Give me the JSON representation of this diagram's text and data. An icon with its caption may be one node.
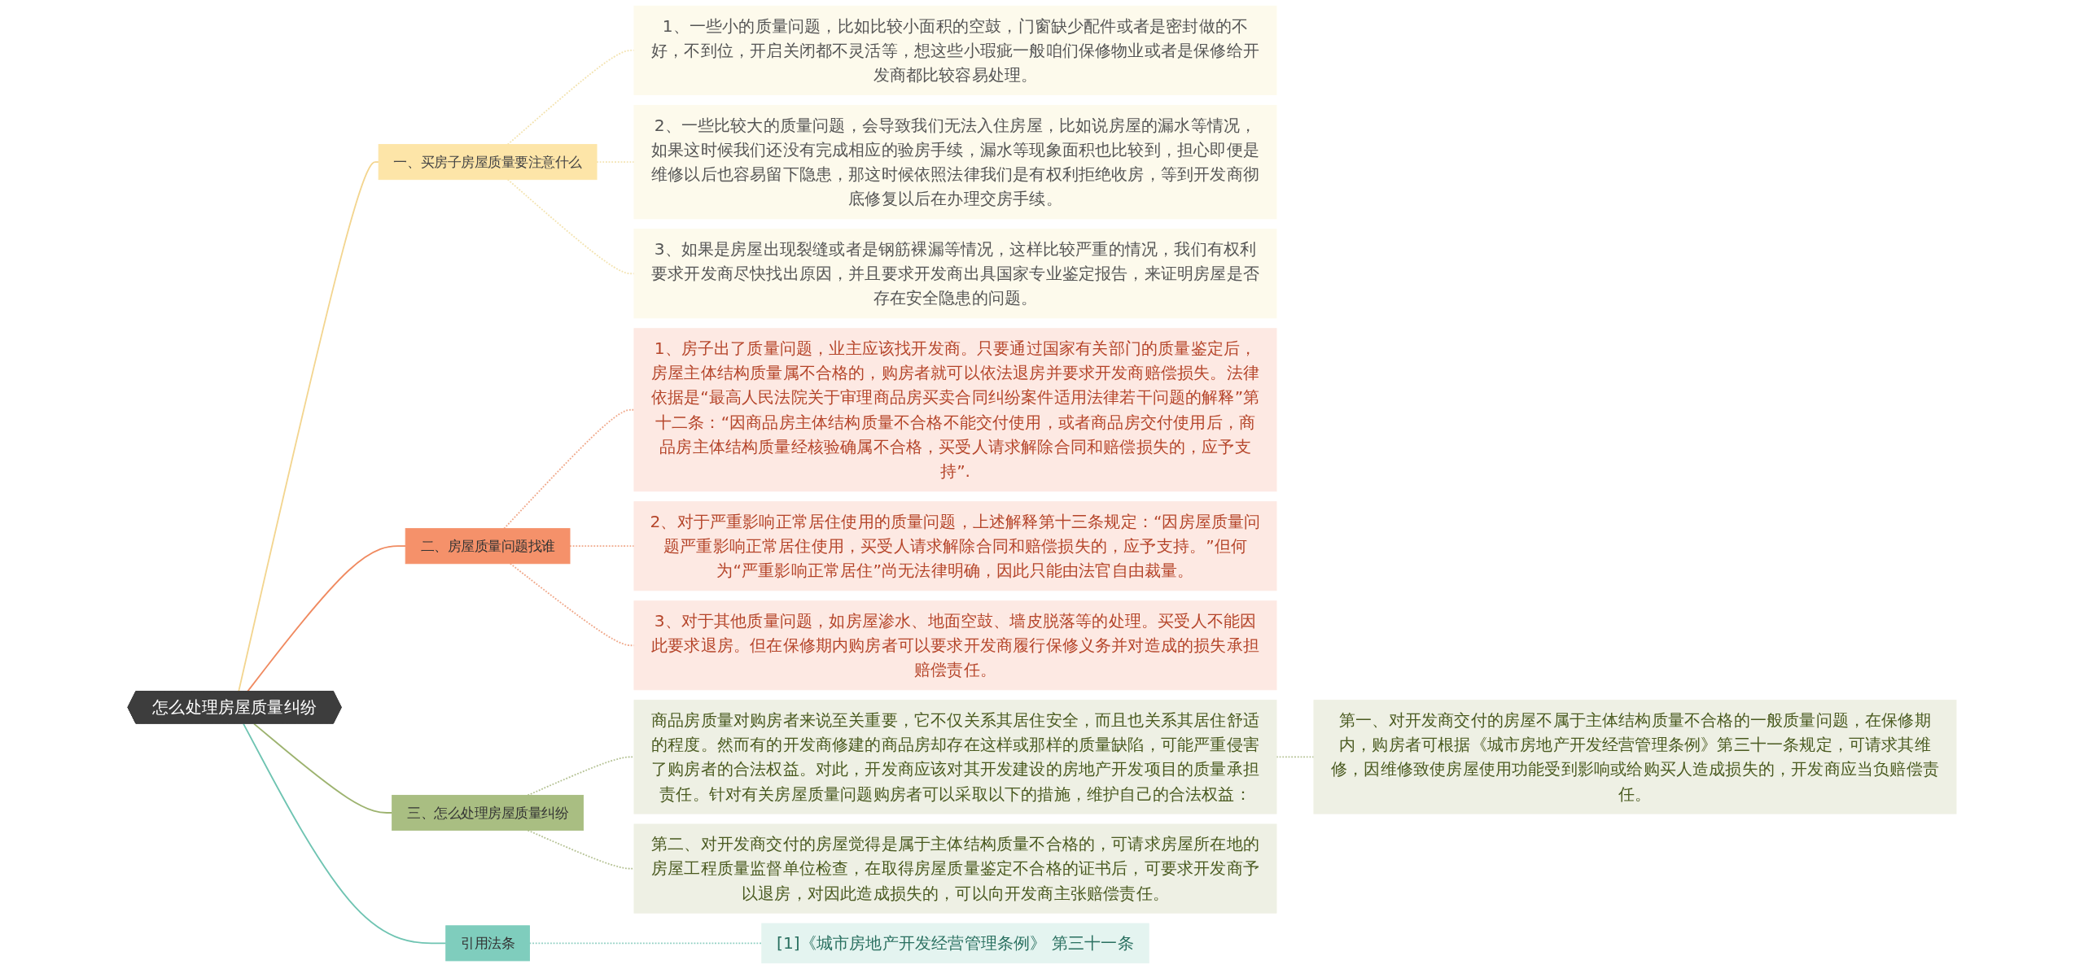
{
  "diagram": {
    "nodes": [
      {
        "text": [
          "怎么处理房屋质量纠纷"
        ]
      },
      {
        "text": [
          "一、买房子房屋质量要注意什么"
        ]
      },
      {
        "text": [
          "1、一些小的质量问题，比如比较小面积的空鼓，门窗缺少配件或者是密封做的不好，不到位，开启关闭都不灵活等，想这些小瑕疵一般咱们保修物业或者是保修给开发商都比较容易处理。"
        ]
      },
      {
        "text": [
          "2、一些比较大的质量问题，会导致我们无法入住房屋，比如说房屋的漏水等情况，如果这时候我们还没有完成相应的验房手续，漏水等现象面积也比较到，担心即便是维修以后也容易留下隐患，那这时候依照法律我们是有权利拒绝收房，等到开发商彻底修复以后在办理交房手续。"
        ]
      },
      {
        "text": [
          "3、如果是房屋出现裂缝或者是钢筋裸漏等情况，这样比较严重的情况，我们有权利要求开发商尽快找出原因，并且要求开发商出具国家专业鉴定报告，来证明房屋是否存在安全隐患的问题。"
        ]
      },
      {
        "text": [
          "二、房屋质量问题找谁"
        ]
      },
      {
        "text": [
          "1、房子出了质量问题，业主应该找开发商。只要通过国家有关部门的质量鉴定后，房屋主体结构质量属不合格的，购房者就可以依法退房并要求开发商赔偿损失。法律依据是“最高人民法院关于审理商品房买卖合同纠纷案件适用法律若干问题的解释”第十二条：“因商品房主体结构质量不合格不能交付使用，或者商品房交付使用后，商品房主体结构质量经核验确属不合格，买受人请求解除合同和赔偿损失的，应予支持”."
        ]
      },
      {
        "text": [
          "2、对于严重影响正常居住使用的质量问题，上述解释第十三条规定：“因房屋质量问题严重影响正常居住使用，买受人请求解除合同和赔偿损失的，应予支持。”但何为“严重影响正常居住”尚无法律明确，因此只能由法官自由裁量。"
        ]
      },
      {
        "text": [
          "3、对于其他质量问题，如房屋渗水、地面空鼓、墙皮脱落等的处理。买受人不能因此要求退房。但在保修期内购房者可以要求开发商履行保修义务并对造成的损失承担赔偿责任。"
        ]
      },
      {
        "text": [
          "三、怎么处理房屋质量纠纷"
        ]
      },
      {
        "text": [
          "商品房质量对购房者来说至关重要，它不仅关系其居住安全，而且也关系其居住舒适的程度。然而有的开发商修建的商品房却存在这样或那样的质量缺陷，可能严重侵害了购房者的合法权益。对此，开发商应该对其开发建设的房地产开发项目的质量承担责任。针对有关房屋质量问题购房者可以采取以下的措施，维护自己的合法权益："
        ]
      },
      {
        "text": [
          "第一、对开发商交付的房屋不属于主体结构质量不合格的一般质量问题，在保修期内，购房者可根据《城市房地产开发经营管理条例》第三十一条规定，可请求其维修，因维修致使房屋使用功能受到影响或给购买人造成损失的，开发商应当负赔偿责任。"
        ]
      },
      {
        "text": [
          "第二、对开发商交付的房屋觉得是属于主体结构质量不合格的，可请求房屋所在地的房屋工程质量监督单位检查，在取得房屋质量鉴定不合格的证书后，可要求开发商予以退房，对因此造成损失的，可以向开发商主张赔偿责任。"
        ]
      },
      {
        "text": [
          "引用法条"
        ]
      },
      {
        "text": [
          "[1]《城市房地产开发经营管理条例》 第三十一条"
        ]
      }
    ],
    "edges": [
      {
        "from": 0,
        "to": 1,
        "arrow": "none",
        "color": "#f3d58f"
      },
      {
        "from": 1,
        "to": 2,
        "arrow": "none",
        "style": "dashed",
        "color": "#f3e3b0"
      },
      {
        "from": 1,
        "to": 3,
        "arrow": "none",
        "style": "dashed",
        "color": "#f3e3b0"
      },
      {
        "from": 1,
        "to": 4,
        "arrow": "none",
        "style": "dashed",
        "color": "#f3e3b0"
      },
      {
        "from": 0,
        "to": 5,
        "arrow": "none",
        "color": "#f08a60"
      },
      {
        "from": 5,
        "to": 6,
        "arrow": "none",
        "style": "dashed",
        "color": "#f0a88a"
      },
      {
        "from": 5,
        "to": 7,
        "arrow": "none",
        "style": "dashed",
        "color": "#f0a88a"
      },
      {
        "from": 5,
        "to": 8,
        "arrow": "none",
        "style": "dashed",
        "color": "#f0a88a"
      },
      {
        "from": 0,
        "to": 9,
        "arrow": "none",
        "color": "#9db36f"
      },
      {
        "from": 9,
        "to": 10,
        "arrow": "none",
        "style": "dashed",
        "color": "#b5c294"
      },
      {
        "from": 10,
        "to": 11,
        "arrow": "none",
        "style": "dashed",
        "color": "#b5c294"
      },
      {
        "from": 9,
        "to": 12,
        "arrow": "none",
        "style": "dashed",
        "color": "#b5c294"
      },
      {
        "from": 0,
        "to": 13,
        "arrow": "none",
        "color": "#6fc4b2"
      },
      {
        "from": 13,
        "to": 14,
        "arrow": "none",
        "style": "dashed",
        "color": "#8fcfc2"
      }
    ]
  }
}
